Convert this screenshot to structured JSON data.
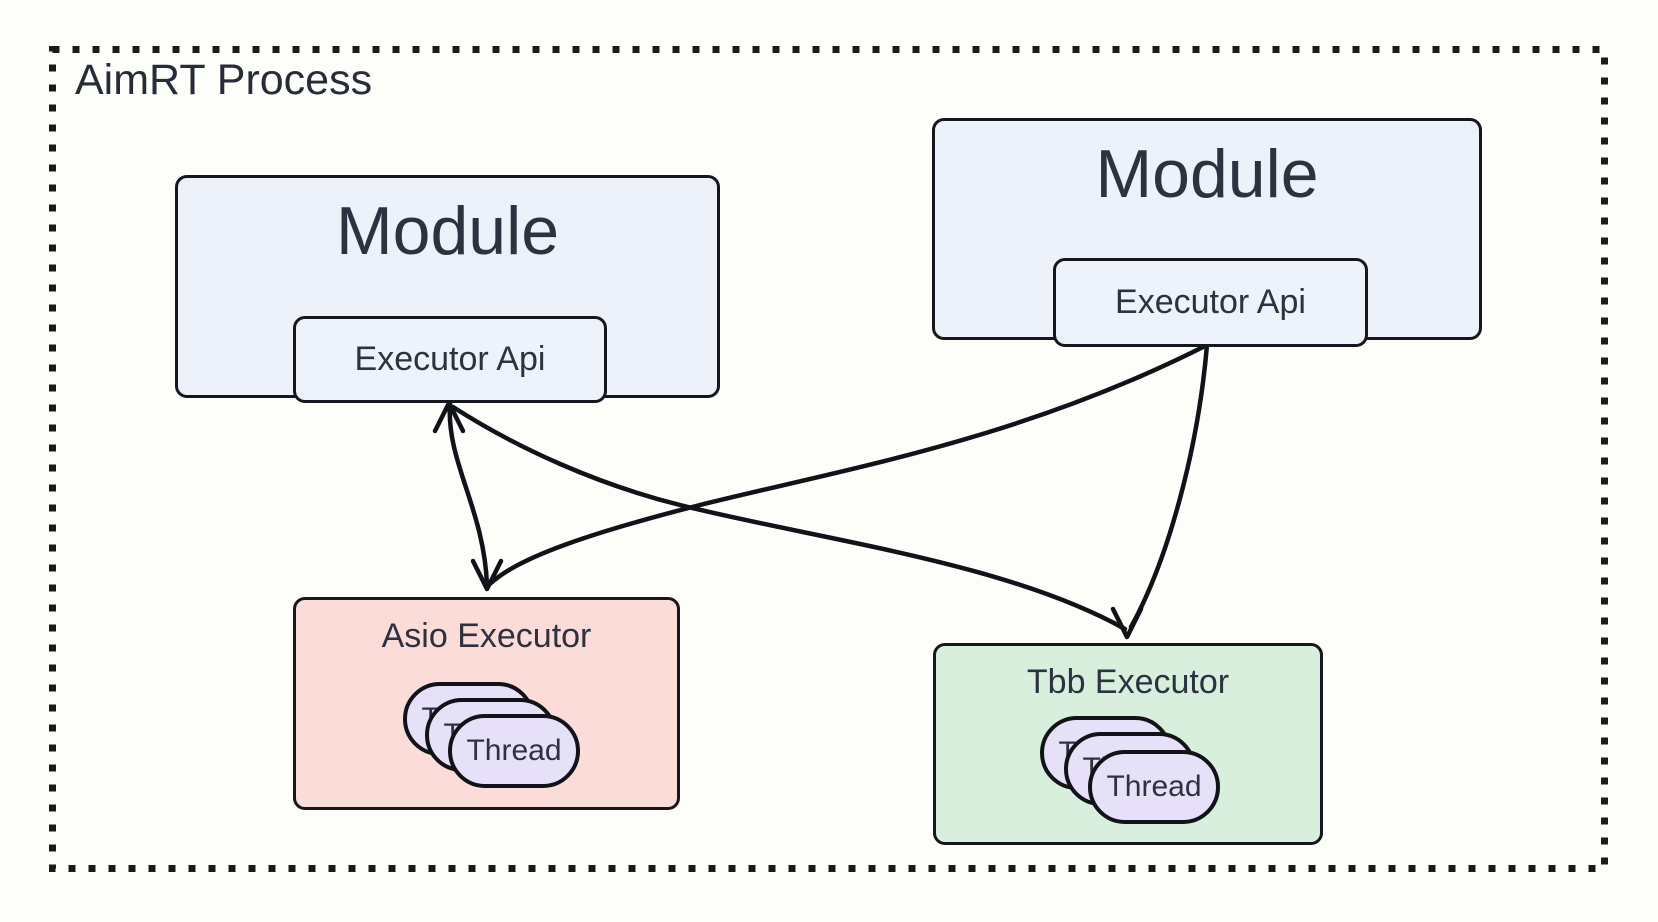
{
  "process": {
    "label": "AimRT Process"
  },
  "modules": [
    {
      "label": "Module",
      "api_label": "Executor Api"
    },
    {
      "label": "Module",
      "api_label": "Executor Api"
    }
  ],
  "executors": [
    {
      "label": "Asio Executor",
      "thread_label": "Thread",
      "thread_count": 3
    },
    {
      "label": "Tbb Executor",
      "thread_label": "Thread",
      "thread_count": 3
    }
  ],
  "colors": {
    "background": "#fdfdfa",
    "module_fill": "#edf1fa",
    "asio_fill": "#fbdcd8",
    "tbb_fill": "#d8efde",
    "thread_fill": "#e7e0f9",
    "border": "#15171e",
    "arrow": "#111318",
    "text": "#2c3240"
  }
}
